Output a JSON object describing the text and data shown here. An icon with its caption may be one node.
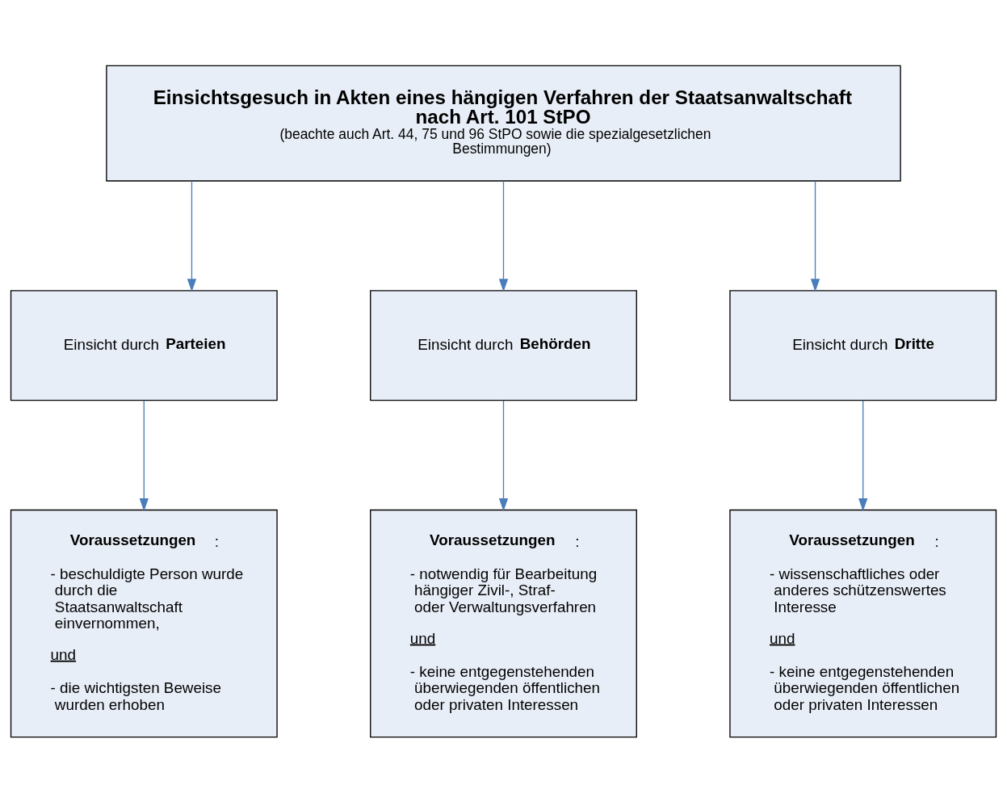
{
  "diagram": {
    "nodes": [
      {
        "text": [
          "Einsichtsgesuch in Akten eines hängigen Verfahren der Staatsanwaltschaft nach Art. 101 StPO",
          "(beachte auch Art. 44, 75 und 96 StPO sowie die spezialgesetzlichen Bestimmungen)"
        ]
      },
      {
        "text": [
          "Einsicht durch **Parteien**"
        ]
      },
      {
        "text": [
          "Einsicht durch **Behörden**"
        ]
      },
      {
        "text": [
          "Einsicht durch **Dritte**"
        ]
      },
      {
        "text": [
          "**Voraussetzungen**:",
          "- beschuldigte Person wurde durch die Staatsanwaltschaft einvernommen,",
          "und",
          "- die wichtigsten Beweise wurden erhoben"
        ]
      },
      {
        "text": [
          "**Voraussetzungen**:",
          "- notwendig für Bearbeitung hängiger Zivil-, Straf- oder Verwaltungsverfahren",
          "und",
          "- keine entgegenstehenden überwiegenden öffentlichen oder privaten Interessen"
        ]
      },
      {
        "text": [
          "**Voraussetzungen**:",
          "- wissenschaftliches oder anderes schützenswertes Interesse",
          "und",
          "- keine entgegenstehenden überwiegenden öffentlichen oder privaten Interessen"
        ]
      }
    ],
    "edges": [
      {
        "from": 0,
        "to": 1,
        "arrow": "to"
      },
      {
        "from": 0,
        "to": 2,
        "arrow": "to"
      },
      {
        "from": 0,
        "to": 3,
        "arrow": "to"
      },
      {
        "from": 1,
        "to": 4,
        "arrow": "to"
      },
      {
        "from": 2,
        "to": 5,
        "arrow": "to"
      },
      {
        "from": 3,
        "to": 6,
        "arrow": "to"
      }
    ]
  }
}
